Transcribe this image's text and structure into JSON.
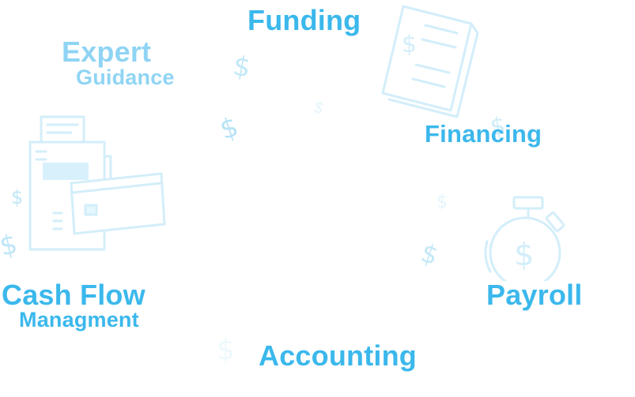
{
  "labels": {
    "funding": "Funding",
    "expert": "Expert",
    "guidance": "Guidance",
    "financing": "Financing",
    "payroll": "Payroll",
    "cashflow": "Cash Flow",
    "managment": "Managment",
    "accounting": "Accounting"
  },
  "glyphs": {
    "dollar": "$"
  },
  "colors": {
    "label_primary": "#3bb8ec",
    "label_soft": "#8fd4f4",
    "illustration_line": "#d3eefa",
    "dollar_faint": "#c9ebf8"
  },
  "icons": [
    "document-dollar-icon",
    "pos-terminal-card-icon",
    "stopwatch-dollar-icon"
  ]
}
